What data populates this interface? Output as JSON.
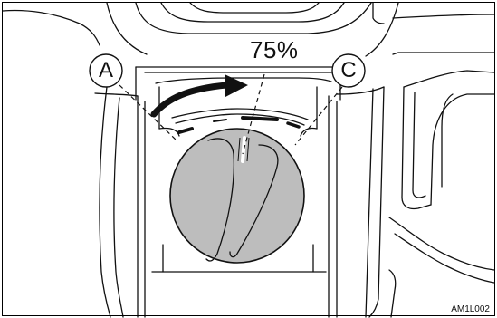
{
  "figure": {
    "percent_label": "75%",
    "callouts": {
      "a": "A",
      "c": "C"
    },
    "figure_code": "AM1L002"
  },
  "colors": {
    "line": "#111111",
    "knob_fill": "#bdbdbd",
    "arrow": "#111111",
    "background": "#ffffff"
  }
}
